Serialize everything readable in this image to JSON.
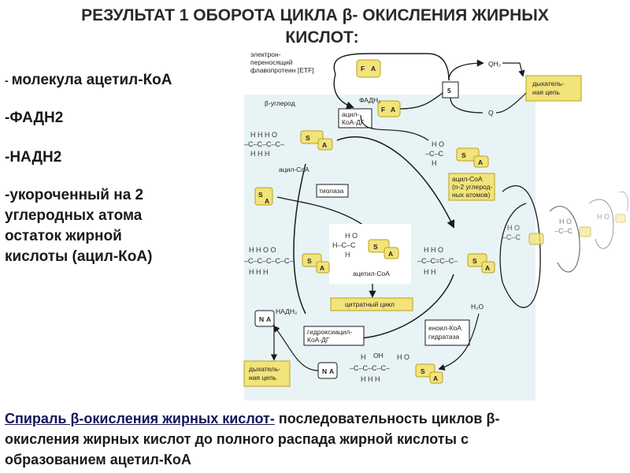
{
  "title": {
    "line1": "РЕЗУЛЬТАТ 1 ОБОРОТА ЦИКЛА β- ОКИСЛЕНИЯ ЖИРНЫХ",
    "line2": "КИСЛОТ:"
  },
  "bullets": [
    {
      "dash": "- ",
      "text": "молекула ацетил-КоА"
    },
    {
      "dash": "-",
      "text": "ФАДН2"
    },
    {
      "dash": "-",
      "text": "НАДН2"
    },
    {
      "dash": "-",
      "text": "укороченный на 2"
    },
    {
      "dash": "",
      "text": "углеродных атома"
    },
    {
      "dash": "",
      "text": "остаток жирной"
    },
    {
      "dash": "",
      "text": "кислоты (ацил-КоА)"
    }
  ],
  "diagram": {
    "etf_line1": "электрон-",
    "etf_line2": "переносящий",
    "etf_line3": "флавопротеин [ETF]",
    "qh2": "QH₂",
    "q": "Q",
    "five": "5",
    "resp_chain_top_1": "дыхатель-",
    "resp_chain_top_2": "ная цепь",
    "beta_carbon": "β-углерод",
    "fadh2": "ФАДН₂",
    "acyl_coa_dg_1": "ацил-",
    "acyl_coa_dg_2": "КоА-ДГ",
    "acyl_coa": "ацил-CoA",
    "acyl_coa_short_1": "ацил-CoA",
    "acyl_coa_short_2": "(n-2 углерод-",
    "acyl_coa_short_3": "ных атомов)",
    "thiolase": "тиолаза",
    "acetyl_coa": "ацетил-CoA",
    "citrate_cycle": "цитратный цикл",
    "h2o": "H₂O",
    "enoyl_1": "еноил-КоА",
    "enoyl_2": "гидратаза",
    "nadh2": "НАДН₂",
    "hydroxy_1": "гидроксиацил-",
    "hydroxy_2": "КоА-ДГ",
    "resp_chain_bottom_1": "дыхатель-",
    "resp_chain_bottom_2": "ная цепь",
    "s": "S",
    "a": "A",
    "f": "F",
    "n": "N",
    "oh": "OH"
  },
  "footer": {
    "term": "Спираль β-окисления жирных кислот-",
    "rest1": " последовательность циклов β-",
    "line2": "окисления жирных кислот до полного распада жирной кислоты с",
    "line3": "образованием ацетил-КоА"
  },
  "colors": {
    "panel_bg": "#e8f3f5",
    "coa_yellow": "#f2e37a",
    "coa_border": "#b8a020",
    "resp_box": "#f2e37a",
    "arrow": "#1a1a1a"
  }
}
